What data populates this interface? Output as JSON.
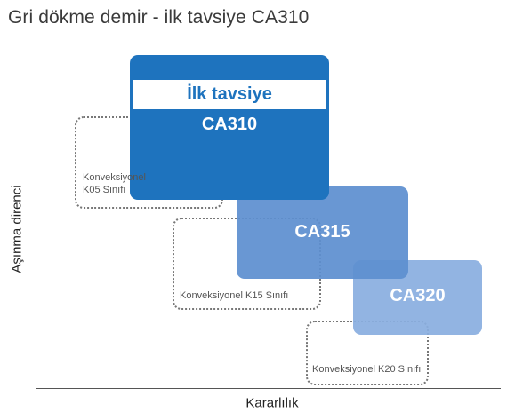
{
  "title": "Gri dökme demir - ilk tavsiye CA310",
  "axes": {
    "y_label": "Aşınma direnci",
    "x_label": "Kararlılık"
  },
  "recommendation": {
    "label": "İlk tavsiye"
  },
  "grades": [
    {
      "label": "CA310",
      "color": "#1e73be"
    },
    {
      "label": "CA315",
      "color": "#5e8fd0"
    },
    {
      "label": "CA320",
      "color": "#8aaee0"
    }
  ],
  "conventional": [
    {
      "line1": "Konveksiyonel",
      "line2": "K05 Sınıfı"
    },
    {
      "line1": "Konveksiyonel K15 Sınıfı"
    },
    {
      "line1": "Konveksiyonel K20 Sınıfı"
    }
  ]
}
